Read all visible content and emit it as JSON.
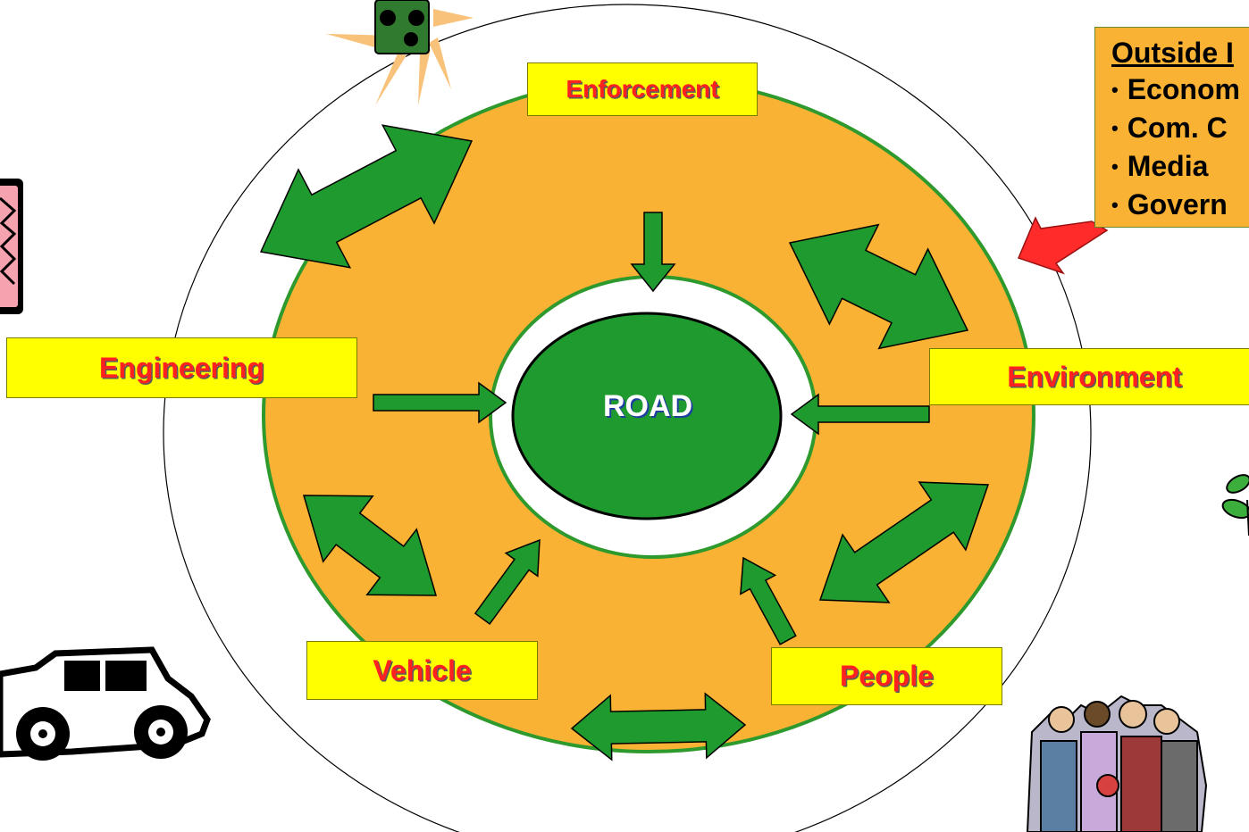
{
  "diagram": {
    "center": {
      "label": "ROAD"
    },
    "factors": {
      "enforcement": "Enforcement",
      "engineering": "Engineering",
      "environment": "Environment",
      "vehicle": "Vehicle",
      "people": "People"
    },
    "outside": {
      "title": "Outside I",
      "items": [
        "Econom",
        "Com. C",
        "Media",
        "Govern"
      ]
    }
  },
  "colors": {
    "ring_fill": "#f9b233",
    "ring_stroke": "#2e9a2e",
    "arrow_green": "#1e9a2e",
    "label_fill": "#ffff00",
    "label_text": "#ff2020",
    "road_fill": "#1e9a2e",
    "outside_arrow": "#ff2a2a"
  },
  "decorative": [
    "traffic-light-clipart",
    "road-sign-clipart",
    "vintage-car-clipart",
    "plant-clipart",
    "crowd-clipart"
  ]
}
